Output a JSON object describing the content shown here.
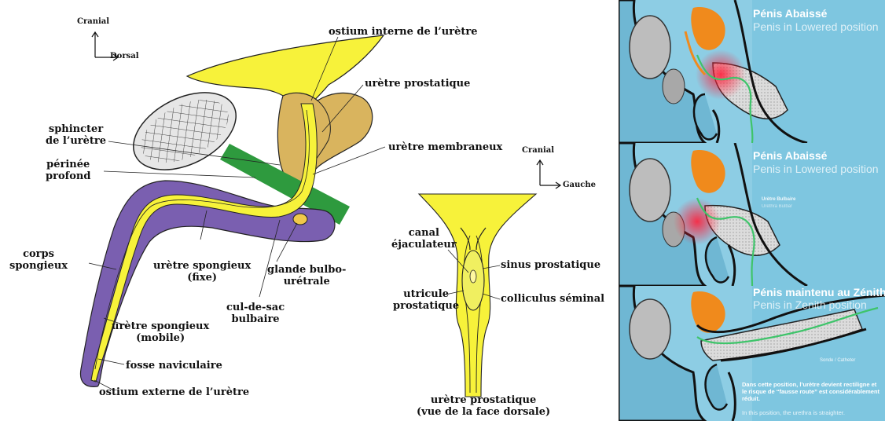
{
  "side_view": {
    "axis_up": "Cranial",
    "axis_right": "Dorsal",
    "labels": {
      "ostium_interne": "ostium interne de l’urètre",
      "uretre_prostatique": "urètre prostatique",
      "sphincter_1": "sphincter",
      "sphincter_2": "de l’urètre",
      "perinee_1": "périnée",
      "perinee_2": "profond",
      "uretre_membraneux": "urètre membraneux",
      "corps_1": "corps",
      "corps_2": "spongieux",
      "spongieux_fixe_1": "urètre spongieux",
      "spongieux_fixe_2": "(fixe)",
      "glande_1": "glande bulbo-",
      "glande_2": "urétrale",
      "cul_1": "cul-de-sac",
      "cul_2": "bulbaire",
      "spongieux_mobile_1": "urètre spongieux",
      "spongieux_mobile_2": "(mobile)",
      "fosse": "fosse naviculaire",
      "ostium_externe": "ostium externe de l’urètre"
    }
  },
  "dorsal_view": {
    "axis_up": "Cranial",
    "axis_right": "Gauche",
    "labels": {
      "canal_1": "canal",
      "canal_2": "éjaculateur",
      "sinus": "sinus prostatique",
      "utricule_1": "utricule",
      "utricule_2": "prostatique",
      "colliculus": "colliculus séminal",
      "caption_1": "urètre prostatique",
      "caption_2": "(vue de la face dorsale)"
    }
  },
  "panels": [
    {
      "title_fr": "Pénis Abaissé",
      "title_en": "Penis in Lowered position"
    },
    {
      "title_fr": "Pénis Abaissé",
      "title_en": "Penis in Lowered position",
      "tag_fr": "Urètre Bulbaire",
      "tag_en": "Urethra Bulbar"
    },
    {
      "title_fr": "Pénis maintenu au Zénith",
      "title_en": "Penis in Zenith position",
      "tag": "Sonde / Catheter",
      "note_fr": "Dans cette position, l’urètre devient rectiligne et le risque de “fausse route” est considérablement réduit.",
      "note_en": "In this position, the urethra is straighter."
    }
  ],
  "colors": {
    "yellow": "#f7f23a",
    "purple": "#7a5fb0",
    "green": "#2e9a3e",
    "tan": "#d9b45e",
    "sky": "#7ec6e0",
    "orange": "#f08a1c"
  }
}
